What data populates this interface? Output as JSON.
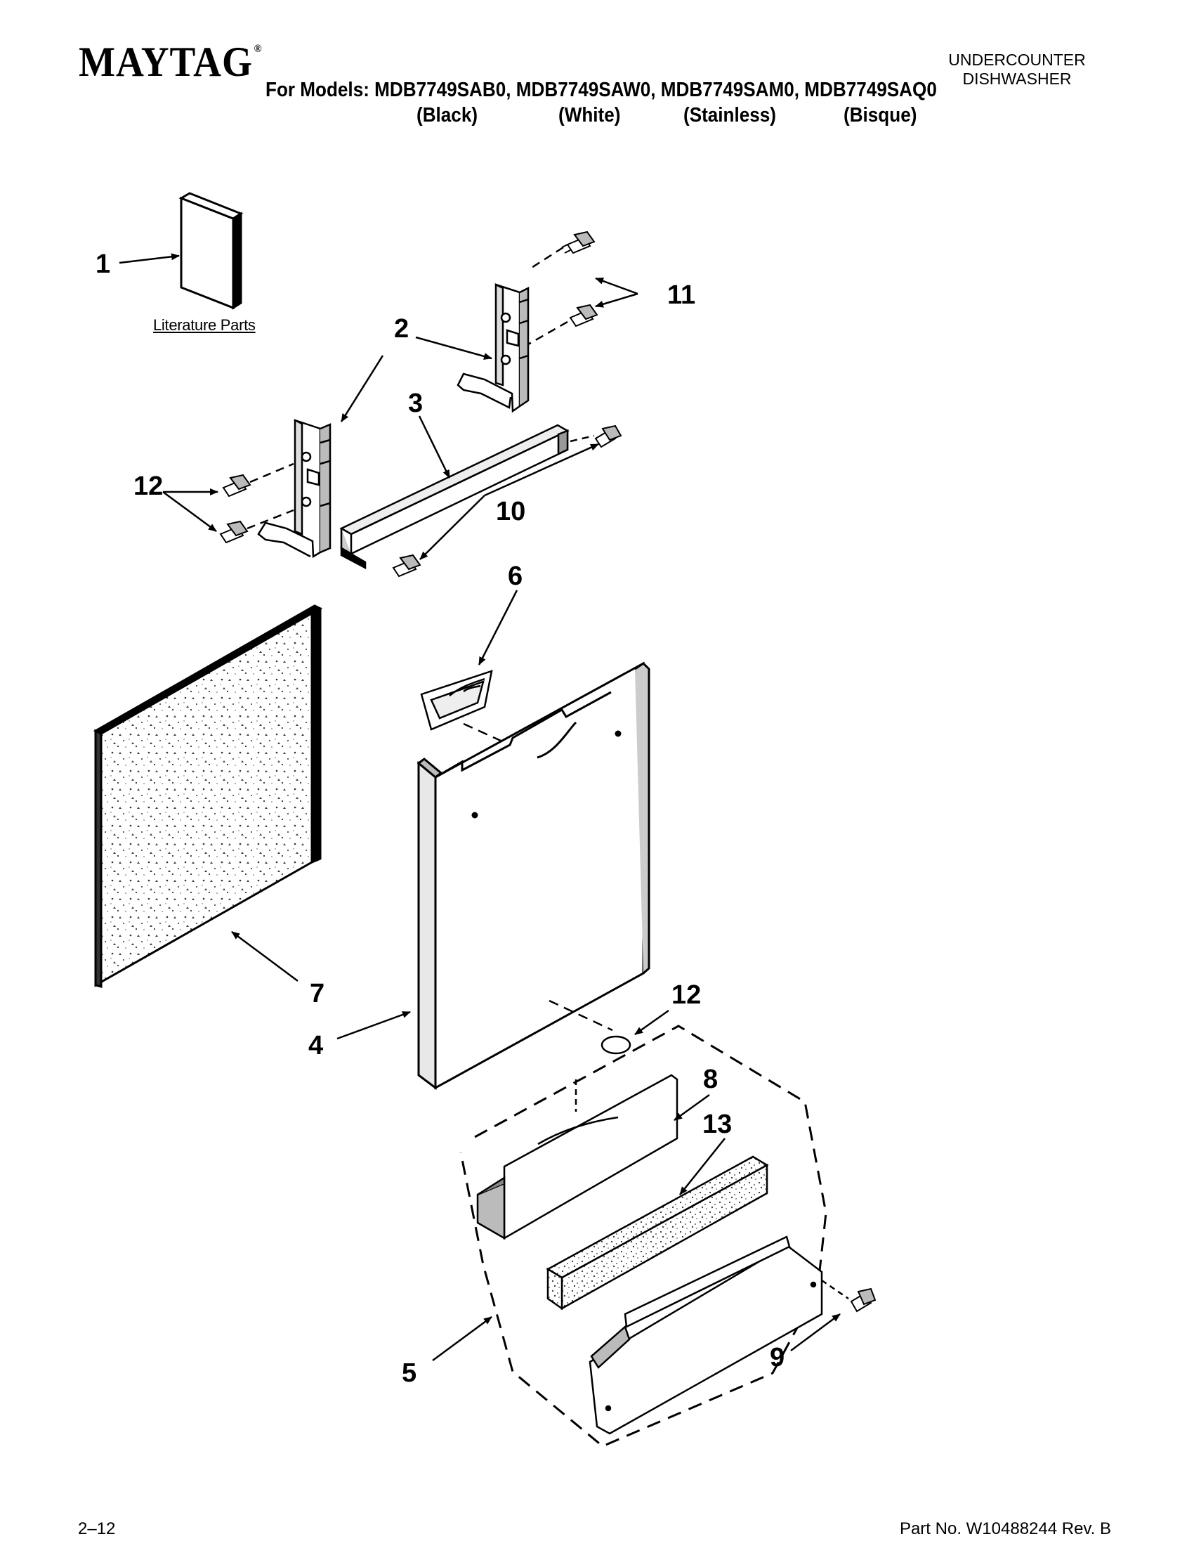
{
  "header": {
    "brand": "MAYTAG",
    "brand_mark": "®",
    "models_line": "For Models: MDB7749SAB0, MDB7749SAW0, MDB7749SAM0, MDB7749SAQ0",
    "colors": [
      "(Black)",
      "(White)",
      "(Stainless)",
      "(Bisque)"
    ],
    "doc_type_line1": "UNDERCOUNTER",
    "doc_type_line2": "DISHWASHER"
  },
  "diagram": {
    "literature_label": "Literature Parts",
    "callouts": [
      "1",
      "2",
      "3",
      "4",
      "5",
      "6",
      "7",
      "8",
      "9",
      "10",
      "11",
      "12",
      "12",
      "13"
    ]
  },
  "footer": {
    "page_number": "2–12",
    "part_number": "Part No. W10488244 Rev. B"
  }
}
